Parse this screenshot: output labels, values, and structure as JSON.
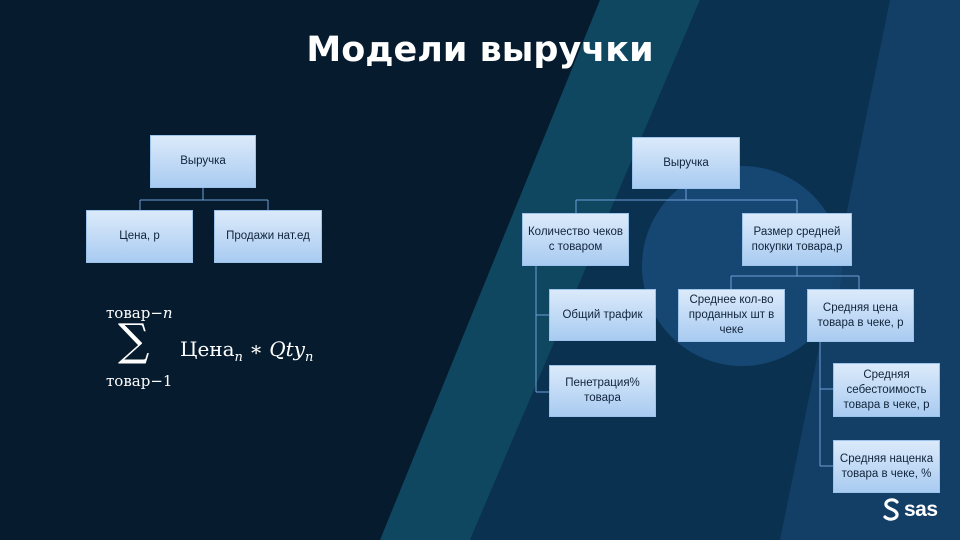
{
  "slide": {
    "title": "Модели выручки",
    "logo_text": "sas"
  },
  "left_tree": {
    "root": "Выручка",
    "price": "Цена, р",
    "sales": "Продажи нат.ед"
  },
  "formula": {
    "upper": "товар−",
    "upper_var": "n",
    "sigma": "∑",
    "lower": "товар−1",
    "term1": "Цена",
    "sub1": "n",
    "operator": " ∗ ",
    "term2": "Qty",
    "sub2": "n"
  },
  "right_tree": {
    "root": "Выручка",
    "checks": "Количество чеков с товаром",
    "traffic": "Общий трафик",
    "penetration": "Пенетрация% товара",
    "avg_purchase": "Размер средней покупки товара,р",
    "avg_qty": "Среднее  кол-во проданных шт в чеке",
    "avg_price": "Средняя  цена товара в чеке,  р",
    "avg_cost": "Средняя себестоимость товара в чеке,  р",
    "avg_markup": "Средняя  наценка товара в чеке, %"
  },
  "colors": {
    "background": "#061b2e",
    "box_fill_top": "#dbeafa",
    "box_fill_bottom": "#a9cbf1",
    "connector": "#6f9fd6",
    "accent_band": "#1f4d78"
  },
  "icons": {
    "logo": "sas-logo-icon"
  }
}
